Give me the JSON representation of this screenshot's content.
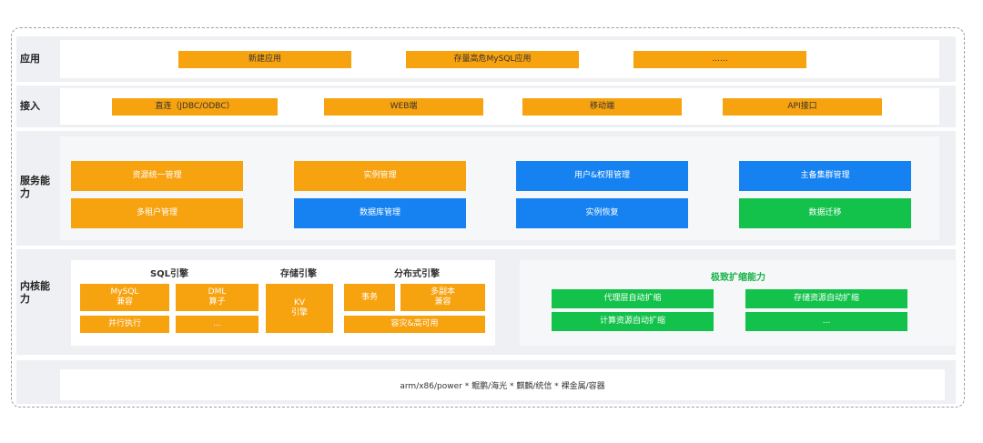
{
  "rows": {
    "app": {
      "label": "应用",
      "items": [
        "新建应用",
        "存量高危MySQL应用",
        "......"
      ]
    },
    "access": {
      "label": "接入",
      "items": [
        "直连（JDBC/ODBC）",
        "WEB端",
        "移动端",
        "API接口"
      ]
    },
    "service": {
      "label": "服务能\n力",
      "items": [
        "资源统一管理",
        "实例管理",
        "用户&权限管理",
        "主备集群管理",
        "多租户管理",
        "数据库管理",
        "实例恢复",
        "数据迁移"
      ]
    },
    "kernel": {
      "label": "内核能\n力",
      "sql_title": "SQL引擎",
      "storage_title": "存储引擎",
      "dist_title": "分布式引擎",
      "sql_items": [
        "MySQL\n兼容",
        "DML\n算子",
        "并行执行",
        "..."
      ],
      "storage_item": "KV\n引擎",
      "dist_items": [
        "事务",
        "多副本\n兼容",
        "容灾&高可用"
      ],
      "scale_title": "极致扩缩能力",
      "scale_items": [
        "代理层自动扩缩",
        "存储资源自动扩缩",
        "计算资源自动扩缩",
        "..."
      ]
    },
    "infra": {
      "text": "arm/x86/power  *  鲲鹏/海光  *  麒麟/统信  *  裸金属/容器"
    }
  }
}
